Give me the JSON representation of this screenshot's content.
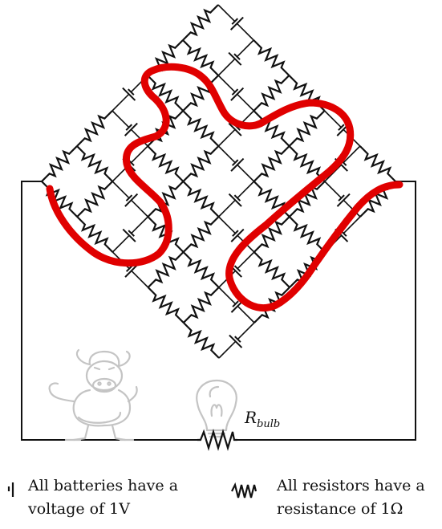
{
  "bulb_label": {
    "main": "R",
    "sub": "bulb"
  },
  "legend": {
    "battery": {
      "line1": "All batteries have a",
      "line2": "voltage of 1V"
    },
    "resistor": {
      "line1": "All resistors have a",
      "line2": "resistance of 1Ω"
    }
  },
  "colors": {
    "wire": "#111111",
    "scribble": "#e00000",
    "ghost_drawing": "#c4c4c4"
  },
  "icons": {
    "battery_legend": "battery-icon",
    "resistor_legend": "resistor-icon",
    "bulb": "lightbulb-icon",
    "mascot": "cow-mascot-icon"
  }
}
